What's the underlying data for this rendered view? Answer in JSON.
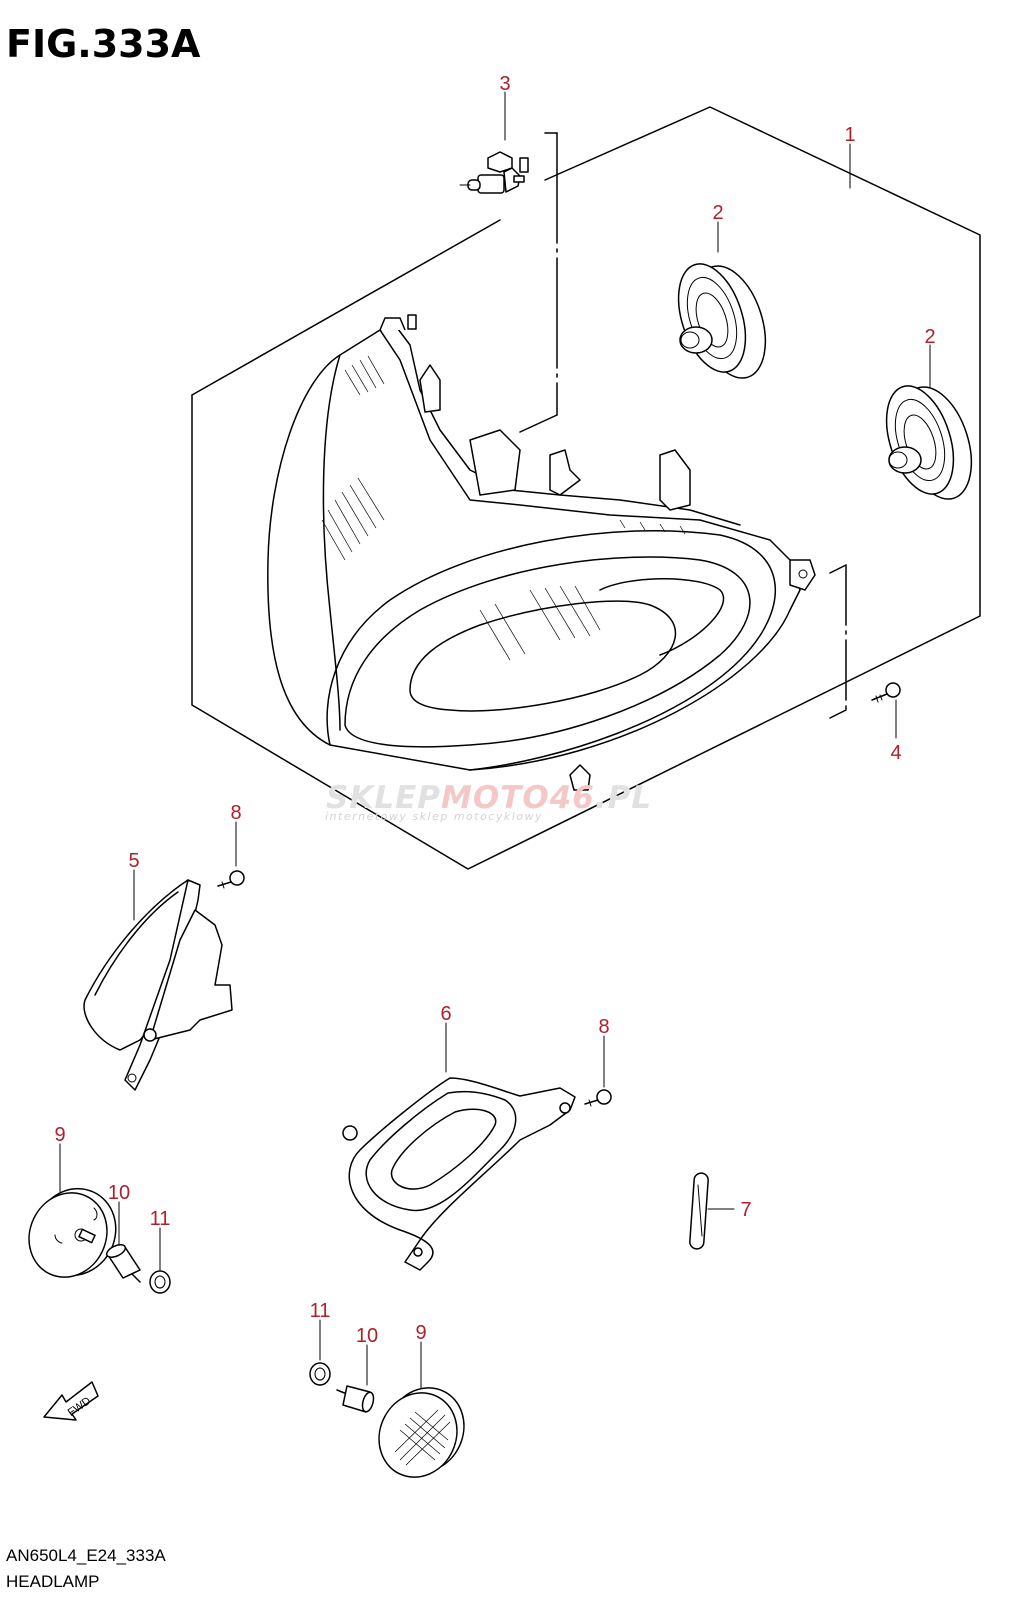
{
  "figure": {
    "title": "FIG.333A",
    "code": "AN650L4_E24_333A",
    "name": "HEADLAMP"
  },
  "watermark": {
    "brand_gray": "SKLEP",
    "brand_red": "MOTO",
    "brand_red2": "46",
    "brand_tail": ".PL",
    "tagline": "internetowy sklep motocyklowy"
  },
  "callouts": [
    "1",
    "2",
    "2",
    "3",
    "4",
    "8",
    "5",
    "6",
    "8",
    "9",
    "10",
    "11",
    "7",
    "11",
    "10",
    "9"
  ],
  "fwd_label": "FWD",
  "colors": {
    "callout": "#b0202a",
    "line": "#000000",
    "watermark_gray": "#e1e1e1",
    "watermark_red": "#f5c8c8"
  }
}
